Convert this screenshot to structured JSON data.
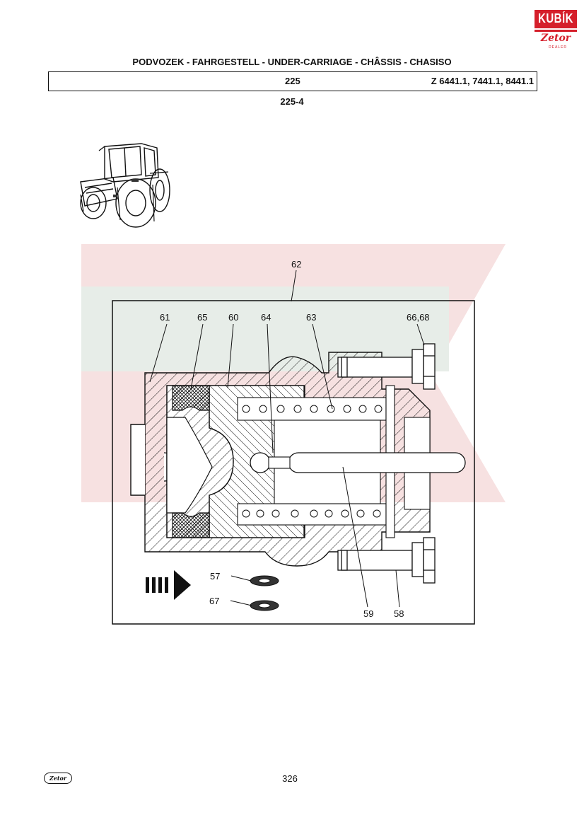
{
  "logo": {
    "brand": "KUBÍK",
    "sub": "Zetor",
    "dealer": "DEALER"
  },
  "header": {
    "title": "PODVOZEK - FAHRGESTELL - UNDER-CARRIAGE - CHÂSSIS - CHASISO",
    "group": "225",
    "models": "Z 6441.1, 7441.1, 8441.1"
  },
  "section": "225-4",
  "callouts": {
    "c62": "62",
    "c61": "61",
    "c65": "65",
    "c60": "60",
    "c64": "64",
    "c63": "63",
    "c6668": "66,68",
    "c57": "57",
    "c67": "67",
    "c59": "59",
    "c58": "58"
  },
  "footer": {
    "logo": "Zetor",
    "page": "326"
  },
  "colors": {
    "accent": "#d51f2b",
    "watermark": "#f6d9d9",
    "watermark_green": "#e5ece6"
  }
}
